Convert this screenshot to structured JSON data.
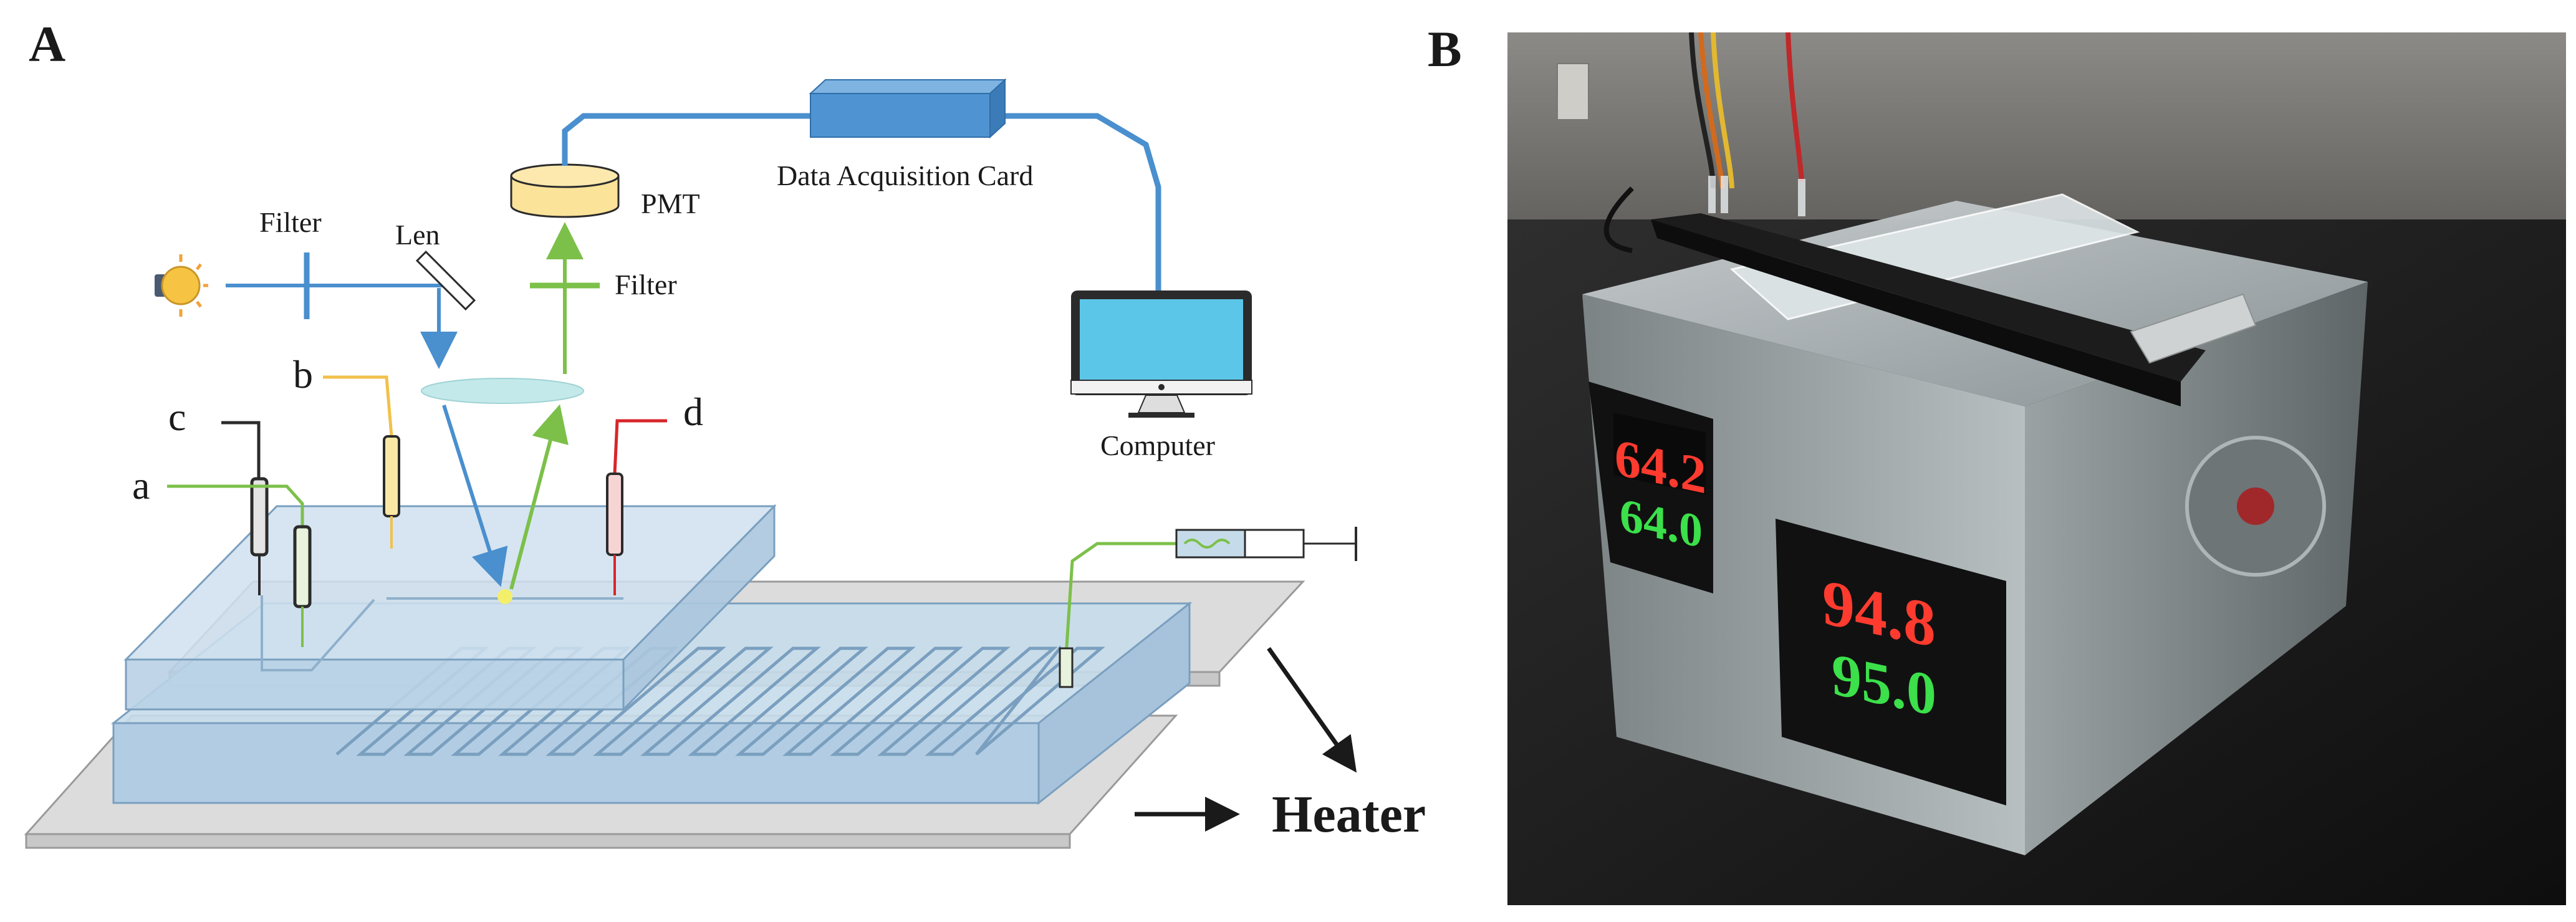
{
  "panels": {
    "a": {
      "letter": "A"
    },
    "b": {
      "letter": "B"
    }
  },
  "diagram": {
    "labels": {
      "data_acquisition_card": "Data Acquisition Card",
      "pmt": "PMT",
      "filter_excitation": "Filter",
      "len": "Len",
      "filter_emission": "Filter",
      "computer": "Computer",
      "electrode_a": "a",
      "electrode_b": "b",
      "electrode_c": "c",
      "electrode_d": "d",
      "heater": "Heater"
    },
    "colors": {
      "cable": "#4a8fce",
      "excitation_beam": "#4a8fce",
      "emission_beam": "#7cc04a",
      "pmt_fill": "#fbe39a",
      "card_fill": "#4f93d2",
      "chip_fill": "#c6dbea",
      "heater_fill": "#d9d9d9",
      "electrode_red": "#d7262b",
      "electrode_yellow": "#f2c14b",
      "electrode_black": "#2b2b2b",
      "electrode_green": "#7cc04a"
    }
  },
  "photo": {
    "displays": [
      {
        "pv": "64.2",
        "sv": "64.0"
      },
      {
        "pv": "94.8",
        "sv": "95.0"
      }
    ],
    "colors": {
      "pv_digits": "#ff3b2f",
      "sv_digits": "#3be04a"
    }
  }
}
